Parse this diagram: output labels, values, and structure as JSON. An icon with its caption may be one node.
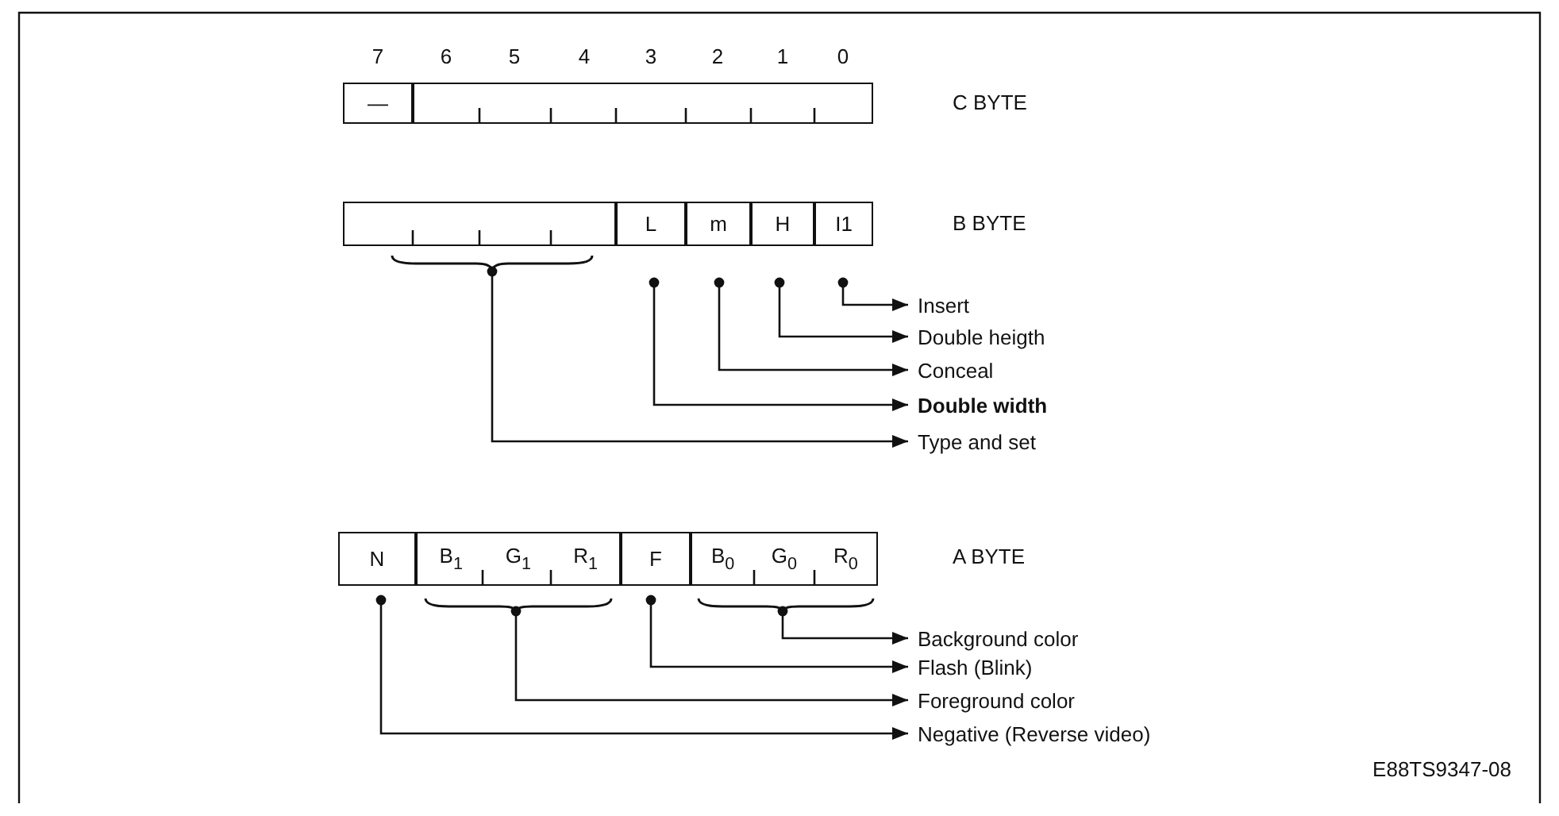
{
  "diagram": {
    "nodes": [
      {
        "text": [
          "—"
        ]
      },
      {
        "text": [],
        "shape": "box"
      },
      {
        "text": [],
        "shape": "box"
      },
      {
        "text": [
          "L"
        ]
      },
      {
        "text": [
          "m"
        ]
      },
      {
        "text": [
          "H"
        ]
      },
      {
        "text": [
          "I1"
        ]
      },
      {
        "text": [
          "Insert"
        ]
      },
      {
        "text": [
          "Double heigth"
        ]
      },
      {
        "text": [
          "Conceal"
        ]
      },
      {
        "text": [
          "Double width"
        ]
      },
      {
        "text": [
          "Type and set"
        ]
      },
      {
        "text": [
          "N"
        ]
      },
      {
        "text": [
          "B$_{1}$",
          "G$_{1}$",
          "R$_{1}$"
        ]
      },
      {
        "text": [
          "F"
        ]
      },
      {
        "text": [
          "B$_{0}$",
          "G$_{0}$",
          "R$_{0}$"
        ]
      },
      {
        "text": [
          "Background color"
        ]
      },
      {
        "text": [
          "Flash (Blink)"
        ]
      },
      {
        "text": [
          "Foreground color"
        ]
      },
      {
        "text": [
          "Negative (Reverse video)"
        ]
      }
    ],
    "edges": [
      {
        "from": 6,
        "to": 7,
        "arrow": "to"
      },
      {
        "from": 5,
        "to": 8,
        "arrow": "to"
      },
      {
        "from": 4,
        "to": 9,
        "arrow": "to"
      },
      {
        "from": 3,
        "to": 10,
        "arrow": "to"
      },
      {
        "from": 2,
        "to": 11,
        "arrow": "to"
      },
      {
        "from": 15,
        "to": 16,
        "arrow": "to"
      },
      {
        "from": 14,
        "to": 17,
        "arrow": "to"
      },
      {
        "from": 13,
        "to": 18,
        "arrow": "to"
      },
      {
        "from": 12,
        "to": 19,
        "arrow": "to"
      }
    ],
    "labels": [
      "7",
      "6",
      "5",
      "4",
      "3",
      "2",
      "1",
      "0",
      "C BYTE",
      "B BYTE",
      "A BYTE",
      "E88TS9347-08"
    ]
  }
}
